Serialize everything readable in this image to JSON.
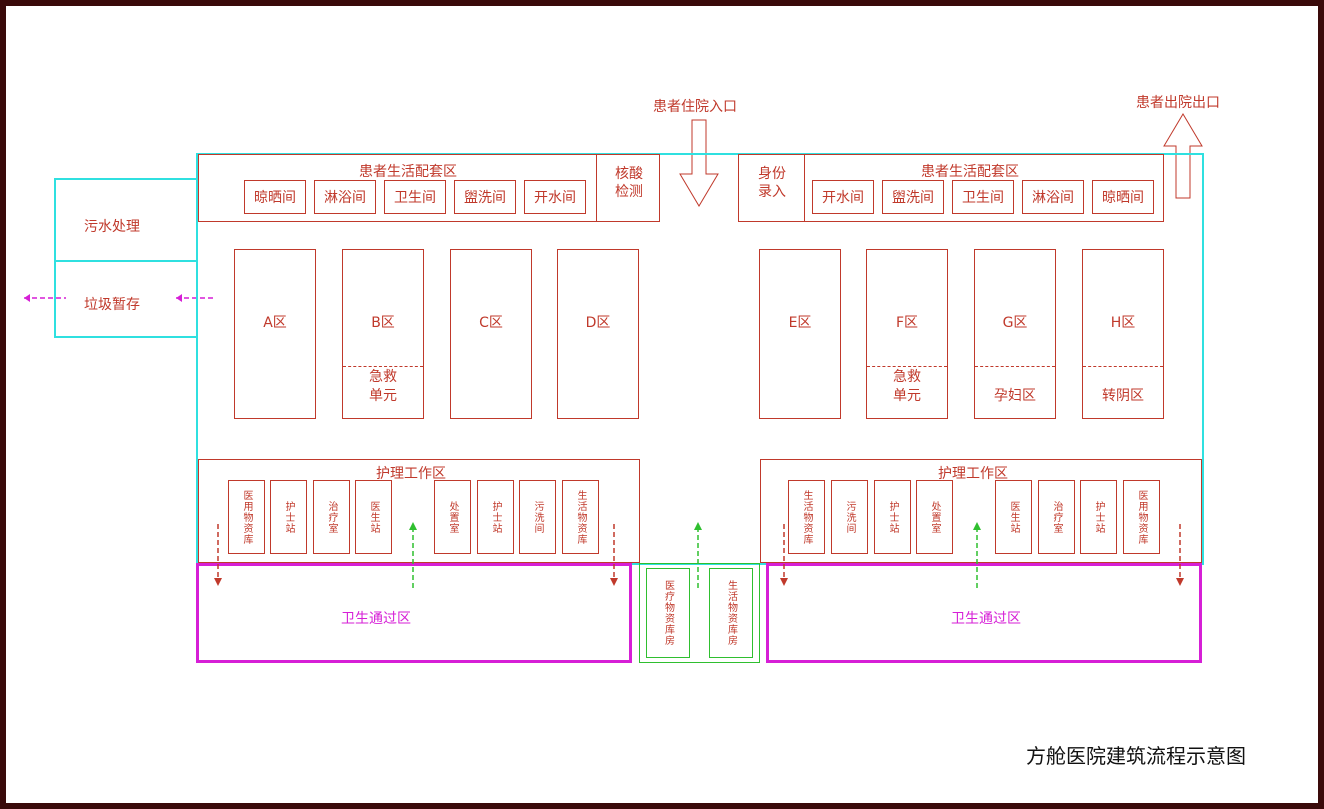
{
  "title": "方舱医院建筑流程示意图",
  "entrance_label": "患者住院入口",
  "exit_label": "患者出院出口",
  "sewage_label": "污水处理",
  "garbage_label": "垃圾暂存",
  "left_support": {
    "title": "患者生活配套区",
    "rooms": [
      "晾晒间",
      "淋浴间",
      "卫生间",
      "盥洗间",
      "开水间"
    ],
    "extra": "核酸\n检测"
  },
  "right_support": {
    "title": "患者生活配套区",
    "extra": "身份\n录入",
    "rooms": [
      "开水间",
      "盥洗间",
      "卫生间",
      "淋浴间",
      "晾晒间"
    ]
  },
  "wards": [
    {
      "name": "A区",
      "sub": ""
    },
    {
      "name": "B区",
      "sub": "急救\n单元"
    },
    {
      "name": "C区",
      "sub": ""
    },
    {
      "name": "D区",
      "sub": ""
    },
    {
      "name": "E区",
      "sub": ""
    },
    {
      "name": "F区",
      "sub": "急救\n单元"
    },
    {
      "name": "G区",
      "sub": "孕妇区"
    },
    {
      "name": "H区",
      "sub": "转阴区"
    }
  ],
  "left_nursing": {
    "title": "护理工作区",
    "rooms": [
      "医用物资库",
      "护士站",
      "治疗室",
      "医生站",
      "处置室",
      "护士站",
      "污洗间",
      "生活物资库"
    ]
  },
  "right_nursing": {
    "title": "护理工作区",
    "rooms": [
      "生活物资库",
      "污洗间",
      "护士站",
      "处置室",
      "医生站",
      "治疗室",
      "护士站",
      "医用物资库"
    ]
  },
  "clean_passage_left": "卫生通过区",
  "clean_passage_right": "卫生通过区",
  "storage_rooms": [
    "医疗物资库房",
    "生活物资库房"
  ],
  "colors": {
    "outline_red": "#c0392b",
    "cyan": "#2fe0e0",
    "magenta": "#d61fd6",
    "green": "#2fbf2f",
    "frame": "#3a0a0a"
  }
}
